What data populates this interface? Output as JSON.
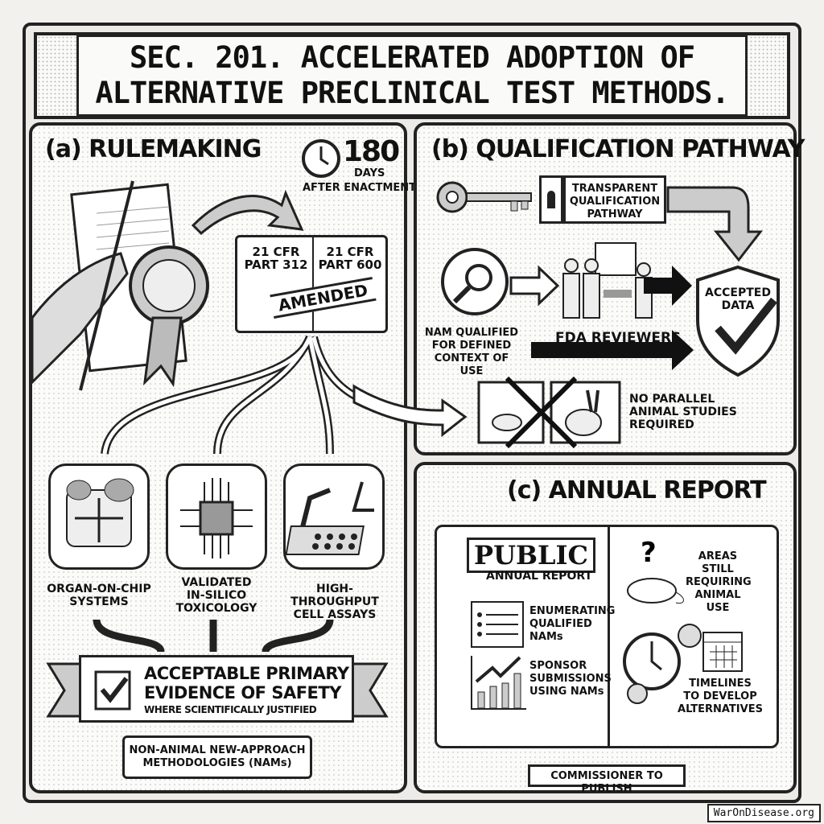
{
  "title": {
    "line1": "SEC. 201. ACCELERATED ADOPTION OF",
    "line2": "ALTERNATIVE PRECLINICAL TEST METHODS."
  },
  "panel_a": {
    "heading": "(a) RULEMAKING",
    "deadline": {
      "number": "180",
      "unit": "DAYS",
      "text": "AFTER ENACTMENT"
    },
    "book": {
      "left": [
        "21 CFR",
        "PART 312"
      ],
      "right": [
        "21 CFR",
        "PART 600"
      ],
      "stamp": "AMENDED"
    },
    "methods": [
      {
        "label": [
          "ORGAN-ON-CHIP",
          "SYSTEMS"
        ],
        "icon": "organ-chip-icon"
      },
      {
        "label": [
          "VALIDATED",
          "IN-SILICO",
          "TOXICOLOGY"
        ],
        "icon": "microchip-icon"
      },
      {
        "label": [
          "HIGH-THROUGHPUT",
          "CELL ASSAYS"
        ],
        "icon": "robot-arm-icon"
      }
    ],
    "evidence": {
      "line1": "ACCEPTABLE PRIMARY",
      "line2": "EVIDENCE OF SAFETY",
      "line3": "WHERE SCIENTIFICALLY JUSTIFIED"
    },
    "nams": [
      "NON-ANIMAL NEW-APPROACH",
      "METHODOLOGIES (NAMs)"
    ]
  },
  "panel_b": {
    "heading": "(b) QUALIFICATION PATHWAY",
    "pathway": [
      "TRANSPARENT",
      "QUALIFICATION",
      "PATHWAY"
    ],
    "nam_qualified": [
      "NAM QUALIFIED",
      "FOR DEFINED",
      "CONTEXT OF USE"
    ],
    "reviewers": "FDA REVIEWERS",
    "accepted": [
      "ACCEPTED",
      "DATA"
    ],
    "no_animal": [
      "NO PARALLEL",
      "ANIMAL STUDIES",
      "REQUIRED"
    ]
  },
  "panel_c": {
    "heading": "(c) ANNUAL REPORT",
    "public": "PUBLIC",
    "annual": "ANNUAL REPORT",
    "items": [
      [
        "ENUMERATING",
        "QUALIFIED",
        "NAMs"
      ],
      [
        "SPONSOR",
        "SUBMISSIONS",
        "USING NAMs"
      ],
      [
        "AREAS STILL",
        "REQUIRING",
        "ANIMAL USE"
      ],
      [
        "TIMELINES",
        "TO DEVELOP",
        "ALTERNATIVES"
      ]
    ],
    "publisher": "COMMISSIONER TO PUBLISH"
  },
  "watermark": "WarOnDisease.org"
}
